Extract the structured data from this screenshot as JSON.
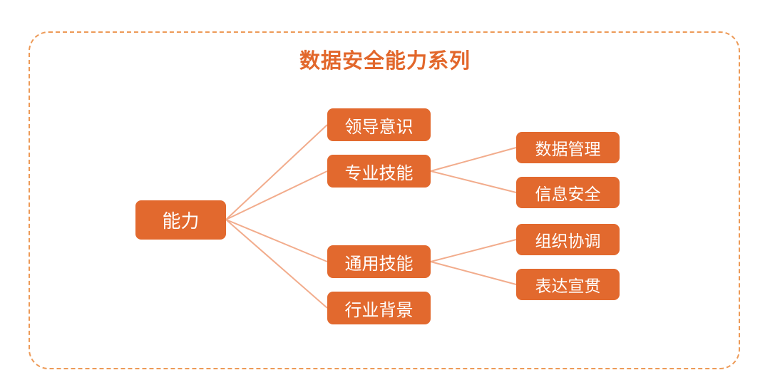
{
  "title": "数据安全能力系列",
  "colors": {
    "node_fill": "#E2692E",
    "connector_line": "#F2AC8C",
    "frame_border": "#ED9A57",
    "title_text": "#E2672B"
  },
  "tree": {
    "root": {
      "label": "能力"
    },
    "level1": [
      {
        "label": "领导意识",
        "children": []
      },
      {
        "label": "专业技能",
        "children": [
          {
            "label": "数据管理"
          },
          {
            "label": "信息安全"
          }
        ]
      },
      {
        "label": "通用技能",
        "children": [
          {
            "label": "组织协调"
          },
          {
            "label": "表达宣贯"
          }
        ]
      },
      {
        "label": "行业背景",
        "children": []
      }
    ]
  }
}
